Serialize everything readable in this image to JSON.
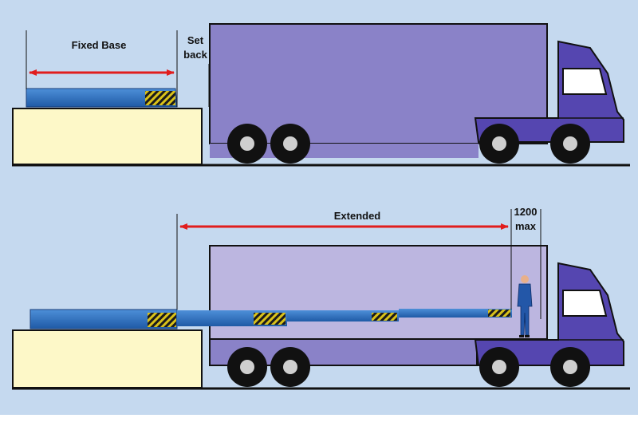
{
  "colors": {
    "background": "#c5d9ef",
    "dock": "#fdf8c8",
    "leveller": "#2f6fc0",
    "trailer_top": "#8a82c8",
    "trailer_bottom_extended": "#bcb6e0",
    "cab": "#5546b0",
    "arrow": "#e11d1d",
    "ground": "#111111"
  },
  "top_panel": {
    "fixed_base_label": "Fixed Base",
    "set_back_line1": "Set",
    "set_back_line2": "back"
  },
  "bottom_panel": {
    "extended_label": "Extended",
    "max_line1": "1200",
    "max_line2": "max"
  }
}
